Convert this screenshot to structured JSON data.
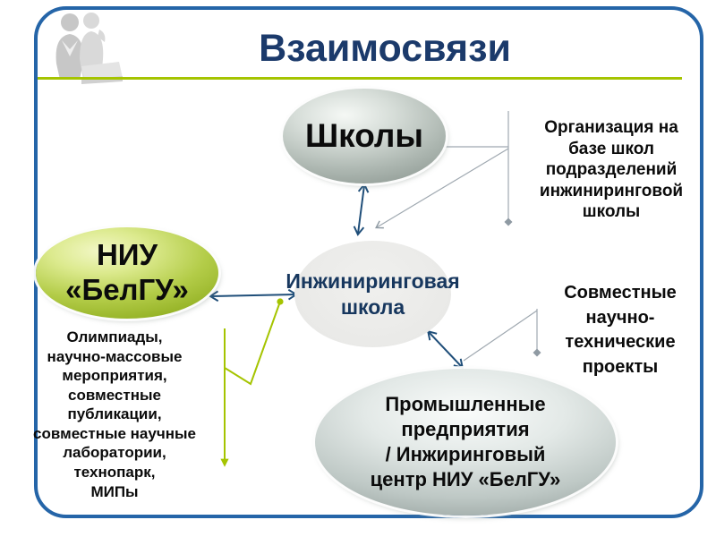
{
  "slide": {
    "title": "Взаимосвязи",
    "colors": {
      "title_navy": "#1B3A6B",
      "underline_green": "#A5C400",
      "frame_blue": "#2565A8",
      "arrow_navy": "#1F4E79",
      "connector_gray": "#8F9AA3",
      "connector_green": "#A5C400",
      "engineering_text_navy": "#17375E"
    }
  },
  "icons": {
    "clipart": "people-at-laptop-silhouette"
  },
  "nodes": {
    "schools": {
      "label": "Школы"
    },
    "university": {
      "label": "НИУ\n«БелГУ»"
    },
    "engineering": {
      "label": "Инжиниринговая\nшкола"
    },
    "enterprises": {
      "label": "Промышленные\nпредприятия\n/ Инжиринговый\nцентр НИУ «БелГУ»"
    }
  },
  "annotations": {
    "organization": "Организация на\nбазе школ\nподразделений\nинжиниринговой\nшколы",
    "projects": "Совместные\nнаучно-\nтехнические\nпроекты",
    "activities": "Олимпиады,\nнаучно-массовые\nмероприятия,\nсовместные\nпубликации,\nсовместные научные\nлаборатории,\nтехнопарк,\nМИПы"
  }
}
